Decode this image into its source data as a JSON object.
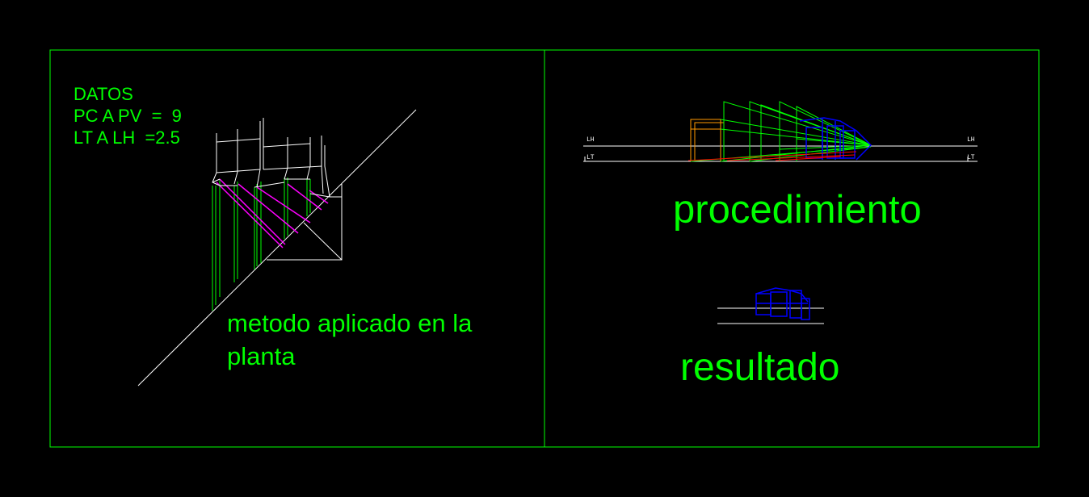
{
  "datos": {
    "heading": "DATOS",
    "pc_a_pv": "PC A PV  =  9",
    "lt_a_lh": "LT A LH  =2.5"
  },
  "labels": {
    "metodo": "metodo aplicado en la planta",
    "procedimiento": "procedimiento",
    "resultado": "resultado"
  },
  "markers": {
    "lh": "LH",
    "lt": "LT"
  },
  "colors": {
    "background": "#000000",
    "frame": "#00ff00",
    "text": "#00ff00",
    "lines": "#ffffff",
    "magenta": "#ff00ff",
    "blue": "#0000ff",
    "orange": "#ff9900",
    "red": "#ff0000"
  }
}
